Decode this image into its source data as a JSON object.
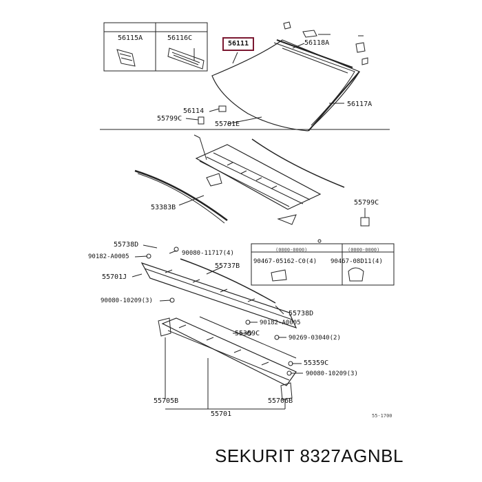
{
  "parts": {
    "p56115A": "56115A",
    "p56116C": "56116C",
    "p56111": "56111",
    "p56118A": "56118A",
    "p56117A": "56117A",
    "p56114": "56114",
    "p55799C_top": "55799C",
    "p55781E": "55781E",
    "p55799C_right": "55799C",
    "p53383B": "53383B",
    "p55738D_top": "55738D",
    "p90080_11717": "90080-11717(4)",
    "p90182_A0005_left": "90182-A0005",
    "p55737B": "55737B",
    "p55701J": "55701J",
    "p90080_10209_left": "90080-10209(3)",
    "p55738D_right": "55738D",
    "p90182_A0005_right": "90182-A0005",
    "p55359C_mid": "55359C",
    "p90269_03040": "90269-03040(2)",
    "p55359C_low": "55359C",
    "p90080_10209_right": "90080-10209(3)",
    "p55705B": "55705B",
    "p55706B": "55706B",
    "p55701": "55701"
  },
  "clip_table": {
    "col1_header": "(0000-0000)",
    "col2_header": "(0000-0000)",
    "col1_part": "90467-05162-C0(4)",
    "col2_part": "90467-08D11(4)"
  },
  "figure_code": "55-1700",
  "caption": "SEKURIT 8327AGNBL",
  "highlight_color": "#7a1730"
}
